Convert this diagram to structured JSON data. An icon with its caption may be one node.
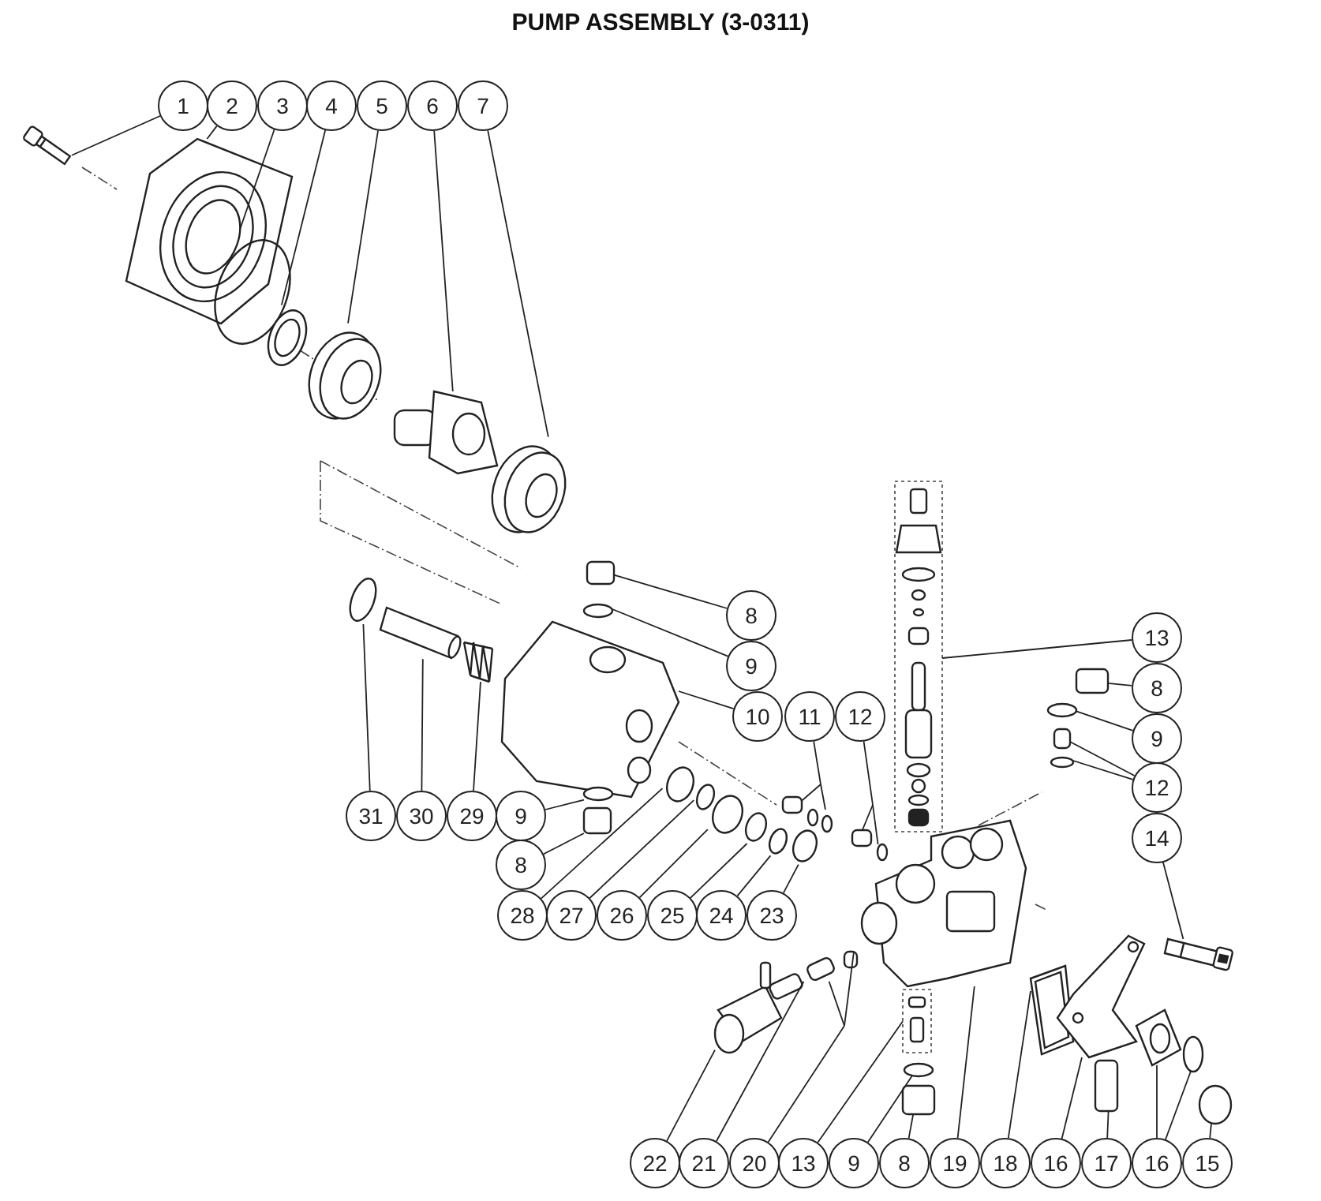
{
  "diagram": {
    "title": "PUMP ASSEMBLY (3-0311)",
    "nodes": [
      {
        "text": [
          "1"
        ]
      },
      {
        "text": [
          "2"
        ]
      },
      {
        "text": [
          "3"
        ]
      },
      {
        "text": [
          "4"
        ]
      },
      {
        "text": [
          "5"
        ]
      },
      {
        "text": [
          "6"
        ]
      },
      {
        "text": [
          "7"
        ]
      },
      {
        "text": [
          "8"
        ]
      },
      {
        "text": [
          "13"
        ]
      },
      {
        "text": [
          "9"
        ]
      },
      {
        "text": [
          "8"
        ]
      },
      {
        "text": [
          "10"
        ]
      },
      {
        "text": [
          "11"
        ]
      },
      {
        "text": [
          "12"
        ]
      },
      {
        "text": [
          "9"
        ]
      },
      {
        "text": [
          "12"
        ]
      },
      {
        "text": [
          "31"
        ]
      },
      {
        "text": [
          "30"
        ]
      },
      {
        "text": [
          "29"
        ]
      },
      {
        "text": [
          "9"
        ]
      },
      {
        "text": [
          "14"
        ]
      },
      {
        "text": [
          "8"
        ]
      },
      {
        "text": [
          "28"
        ]
      },
      {
        "text": [
          "27"
        ]
      },
      {
        "text": [
          "26"
        ]
      },
      {
        "text": [
          "25"
        ]
      },
      {
        "text": [
          "24"
        ]
      },
      {
        "text": [
          "23"
        ]
      },
      {
        "text": [
          "22"
        ]
      },
      {
        "text": [
          "21"
        ]
      },
      {
        "text": [
          "20"
        ]
      },
      {
        "text": [
          "13"
        ]
      },
      {
        "text": [
          "9"
        ]
      },
      {
        "text": [
          "8"
        ]
      },
      {
        "text": [
          "19"
        ]
      },
      {
        "text": [
          "18"
        ]
      },
      {
        "text": [
          "16"
        ]
      },
      {
        "text": [
          "17"
        ]
      },
      {
        "text": [
          "16"
        ]
      },
      {
        "text": [
          "15"
        ]
      },
      {
        "text": [],
        "shape": "picture"
      },
      {
        "text": [],
        "shape": "picture"
      },
      {
        "text": [],
        "shape": "circle"
      },
      {
        "text": [],
        "shape": "picture"
      },
      {
        "text": [],
        "shape": "picture"
      },
      {
        "text": [],
        "shape": "picture"
      },
      {
        "text": [],
        "shape": "picture"
      },
      {
        "text": [],
        "shape": "box"
      },
      {
        "text": [],
        "shape": "picture"
      },
      {
        "text": [],
        "shape": "circle"
      },
      {
        "text": [],
        "shape": "box"
      },
      {
        "text": [],
        "shape": "picture"
      },
      {
        "text": [],
        "shape": "box"
      },
      {
        "text": [],
        "shape": "picture"
      },
      {
        "text": [],
        "shape": "box"
      },
      {
        "text": [],
        "shape": "circle"
      },
      {
        "text": [],
        "shape": "circle"
      },
      {
        "text": [],
        "shape": "box"
      },
      {
        "text": [],
        "shape": "circle"
      },
      {
        "text": [],
        "shape": "circle"
      },
      {
        "text": [],
        "shape": "picture"
      },
      {
        "text": [],
        "shape": "picture"
      },
      {
        "text": [],
        "shape": "circle"
      },
      {
        "text": [],
        "shape": "picture"
      },
      {
        "text": [],
        "shape": "box"
      },
      {
        "text": [],
        "shape": "circle"
      },
      {
        "text": [],
        "shape": "circle"
      },
      {
        "text": [],
        "shape": "circle"
      },
      {
        "text": [],
        "shape": "circle"
      },
      {
        "text": [],
        "shape": "circle"
      },
      {
        "text": [],
        "shape": "circle"
      },
      {
        "text": [],
        "shape": "picture"
      },
      {
        "text": [],
        "shape": "box"
      },
      {
        "text": [],
        "shape": "box"
      },
      {
        "text": [],
        "shape": "box"
      },
      {
        "text": [],
        "shape": "picture"
      },
      {
        "text": [],
        "shape": "circle"
      },
      {
        "text": [],
        "shape": "box"
      },
      {
        "text": [],
        "shape": "picture"
      },
      {
        "text": [],
        "shape": "picture"
      },
      {
        "text": [],
        "shape": "picture"
      },
      {
        "text": [],
        "shape": "box"
      },
      {
        "text": [],
        "shape": "picture"
      },
      {
        "text": [],
        "shape": "circle"
      },
      {
        "text": [],
        "shape": "circle"
      }
    ],
    "edges": [
      {
        "from": 0,
        "to": 40,
        "arrow": "none"
      },
      {
        "from": 1,
        "to": 41,
        "arrow": "none"
      },
      {
        "from": 2,
        "to": 42,
        "arrow": "none"
      },
      {
        "from": 3,
        "to": 43,
        "arrow": "none"
      },
      {
        "from": 4,
        "to": 44,
        "arrow": "none"
      },
      {
        "from": 5,
        "to": 45,
        "arrow": "none"
      },
      {
        "from": 6,
        "to": 46,
        "arrow": "none"
      },
      {
        "from": 7,
        "to": 47,
        "arrow": "none"
      },
      {
        "from": 8,
        "to": 48,
        "arrow": "none"
      },
      {
        "from": 9,
        "to": 49,
        "arrow": "none"
      },
      {
        "from": 10,
        "to": 50,
        "arrow": "none"
      },
      {
        "from": 11,
        "to": 51,
        "arrow": "none"
      },
      {
        "from": 12,
        "to": 52,
        "arrow": "none"
      },
      {
        "from": 12,
        "to": 53,
        "arrow": "none"
      },
      {
        "from": 13,
        "to": 54,
        "arrow": "none"
      },
      {
        "from": 13,
        "to": 55,
        "arrow": "none"
      },
      {
        "from": 14,
        "to": 56,
        "arrow": "none"
      },
      {
        "from": 15,
        "to": 57,
        "arrow": "none"
      },
      {
        "from": 15,
        "to": 58,
        "arrow": "none"
      },
      {
        "from": 16,
        "to": 59,
        "arrow": "none"
      },
      {
        "from": 17,
        "to": 60,
        "arrow": "none"
      },
      {
        "from": 18,
        "to": 61,
        "arrow": "none"
      },
      {
        "from": 19,
        "to": 62,
        "arrow": "none"
      },
      {
        "from": 20,
        "to": 63,
        "arrow": "none"
      },
      {
        "from": 21,
        "to": 64,
        "arrow": "none"
      },
      {
        "from": 22,
        "to": 65,
        "arrow": "none"
      },
      {
        "from": 23,
        "to": 66,
        "arrow": "none"
      },
      {
        "from": 24,
        "to": 67,
        "arrow": "none"
      },
      {
        "from": 25,
        "to": 68,
        "arrow": "none"
      },
      {
        "from": 26,
        "to": 69,
        "arrow": "none"
      },
      {
        "from": 27,
        "to": 70,
        "arrow": "none"
      },
      {
        "from": 28,
        "to": 71,
        "arrow": "none"
      },
      {
        "from": 29,
        "to": 72,
        "arrow": "none"
      },
      {
        "from": 30,
        "to": 73,
        "arrow": "none"
      },
      {
        "from": 30,
        "to": 74,
        "arrow": "none"
      },
      {
        "from": 31,
        "to": 75,
        "arrow": "none"
      },
      {
        "from": 32,
        "to": 76,
        "arrow": "none"
      },
      {
        "from": 33,
        "to": 77,
        "arrow": "none"
      },
      {
        "from": 34,
        "to": 78,
        "arrow": "none"
      },
      {
        "from": 35,
        "to": 79,
        "arrow": "none"
      },
      {
        "from": 36,
        "to": 80,
        "arrow": "none"
      },
      {
        "from": 37,
        "to": 81,
        "arrow": "none"
      },
      {
        "from": 38,
        "to": 82,
        "arrow": "none"
      },
      {
        "from": 38,
        "to": 83,
        "arrow": "none"
      },
      {
        "from": 39,
        "to": 84,
        "arrow": "none"
      }
    ]
  }
}
